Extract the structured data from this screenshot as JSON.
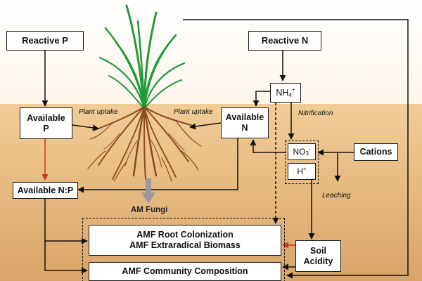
{
  "colors": {
    "sky_top": "#ffffff",
    "sky_bottom": "#fff6ec",
    "soil_top": "#f2cd97",
    "soil_bottom": "#d9a468",
    "root": "#8b4a20",
    "leaf": "#1f9a3a",
    "arrow": "#111111",
    "red_arrow": "#d4331f",
    "grey_arrow": "#9a9a9a"
  },
  "nodes": {
    "reactive_p": "Reactive P",
    "reactive_n": "Reactive N",
    "available_p": [
      "Available",
      "P"
    ],
    "available_n": [
      "Available",
      "N"
    ],
    "nh4": {
      "base": "NH",
      "sub": "4",
      "sup": "+"
    },
    "no3": {
      "base": "NO",
      "sub": "3",
      "sup": "-"
    },
    "h_plus": {
      "base": "H",
      "sup": "+"
    },
    "cations": "Cations",
    "available_np": "Available N:P",
    "amf_root": [
      "AMF Root Colonization",
      "AMF Extraradical Biomass"
    ],
    "amf_community": "AMF Community Composition",
    "soil_acidity": [
      "Soil",
      "Acidity"
    ]
  },
  "labels": {
    "plant_uptake_left": "Plant uptake",
    "plant_uptake_right": "Plant uptake",
    "nitrification": "Nitrification",
    "leaching": "Leaching",
    "am_fungi": "AM Fungi"
  }
}
